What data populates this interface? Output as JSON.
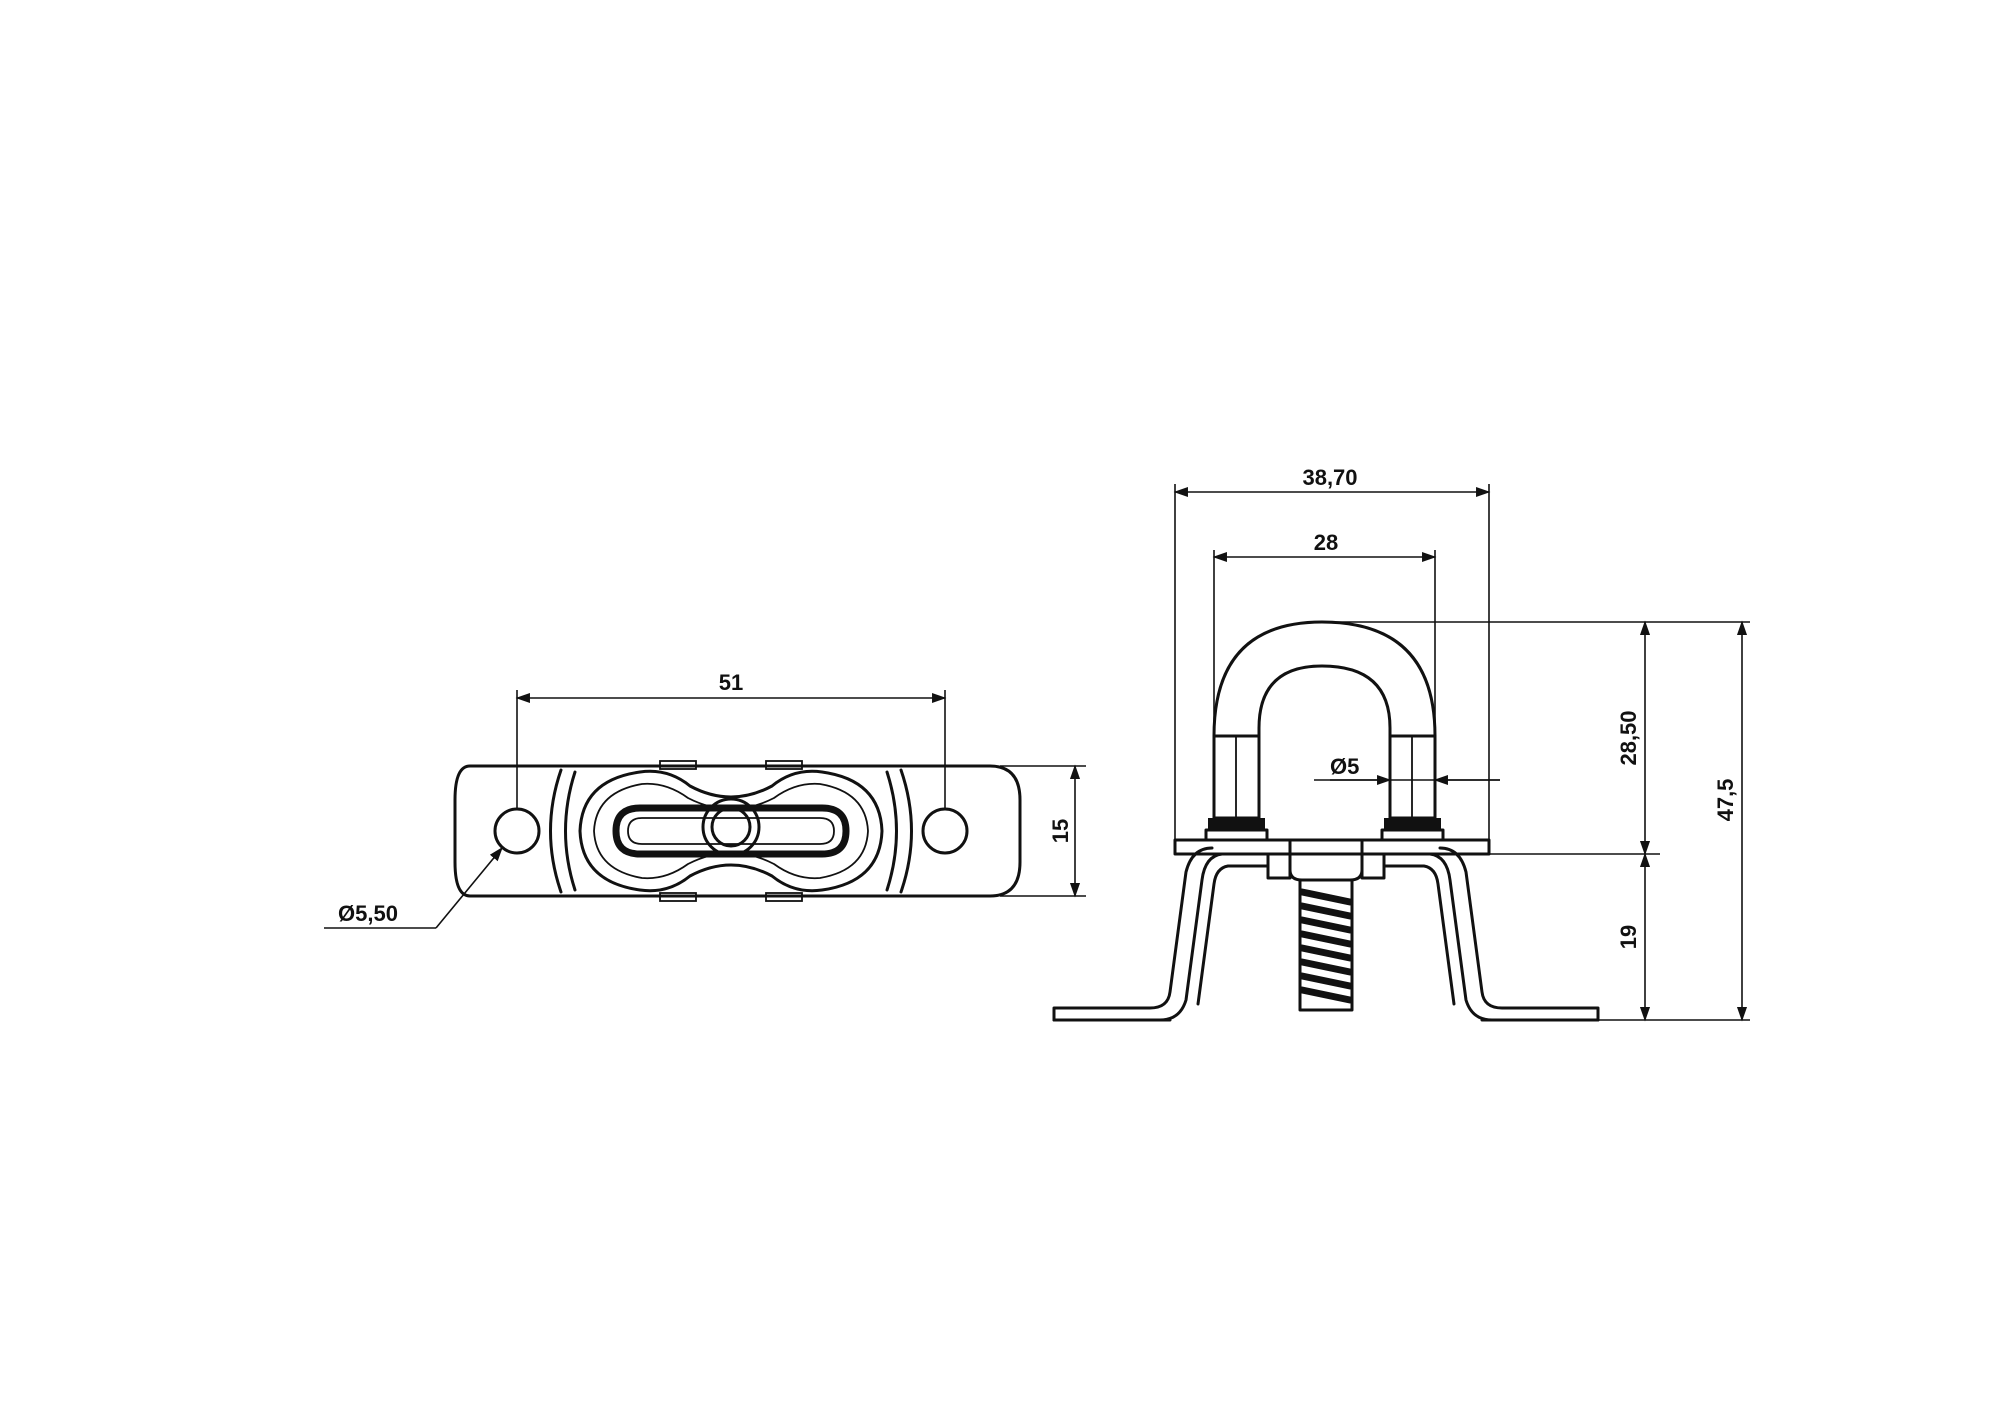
{
  "dimensions": {
    "top_hole_spacing": "51",
    "top_plate_width": "15",
    "top_hole_diameter": "Ø5,50",
    "side_overall_width": "38,70",
    "side_loop_width": "28",
    "side_rod_diameter": "Ø5",
    "side_loop_height": "28,50",
    "side_base_height": "19",
    "side_total_height": "47,5"
  }
}
